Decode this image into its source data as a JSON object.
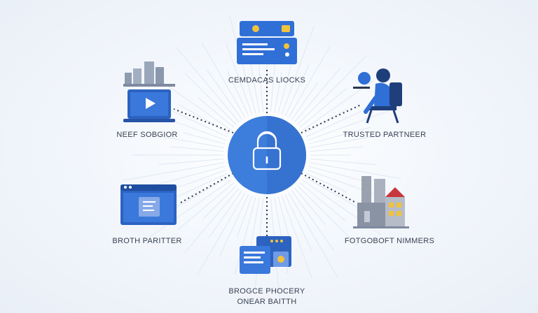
{
  "nodes": {
    "top": {
      "label": "CEMDACAS LIOCKS"
    },
    "left_top": {
      "label": "NEEF SOBGIOR"
    },
    "right_top": {
      "label": "TRUSTED PARTNEER"
    },
    "left_bottom": {
      "label": "BROTH PARITTER"
    },
    "right_bottom": {
      "label": "FOTGOBOFT NIMMERS"
    },
    "bottom": {
      "label_line1": "BROGCE PHOCERY",
      "label_line2": "ONEAR BAITTH"
    }
  },
  "colors": {
    "primary": "#2f6fd6",
    "hub": "#3d7ddb",
    "connector": "#2b3550",
    "rays": "#dfe8f4"
  },
  "icons": {
    "hub": "padlock-icon",
    "top": "server-card-icon",
    "left_top": "laptop-video-icon",
    "right_top": "person-chair-icon",
    "left_bottom": "browser-window-icon",
    "right_bottom": "factory-icon",
    "bottom": "document-stack-icon"
  }
}
